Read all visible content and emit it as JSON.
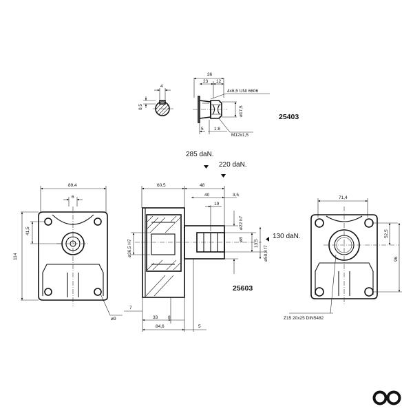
{
  "detail": {
    "key_width": "4",
    "key_depth": "0,5",
    "total_length": "36",
    "len_a": "23",
    "len_b": "12",
    "key_spec": "4x6,5 UNI 6606",
    "diameter": "ø17,5",
    "taper": "1:8",
    "thread": "M12x1,5",
    "part_code": "25403"
  },
  "loads": {
    "load_1": "285 daN.",
    "load_2": "220 daN.",
    "load_3": "130 daN."
  },
  "front_view": {
    "width": "89,4",
    "offset": "6",
    "offset_v": "41,5",
    "height": "114",
    "hole": "ø9"
  },
  "side_view": {
    "overall": "60,5",
    "shaft_len": "48",
    "len_40": "40",
    "len_3_5": "3,5",
    "len_19": "19",
    "shaft_dia": "ø22 h7",
    "flat": "ø8",
    "bore": "ø36,5 H7",
    "dia_13_5": "13,5",
    "pilot": "ø50,8 f7",
    "dim_7": "7",
    "dim_33": "33",
    "dim_8": "8",
    "dim_84_6": "84,6",
    "dim_5": "5",
    "part_code": "25603"
  },
  "rear_view": {
    "width": "71,4",
    "half": "52,5",
    "height": "96",
    "spline": "Z15  20x25  DIN5482"
  },
  "logo_name": "infinity-logo"
}
